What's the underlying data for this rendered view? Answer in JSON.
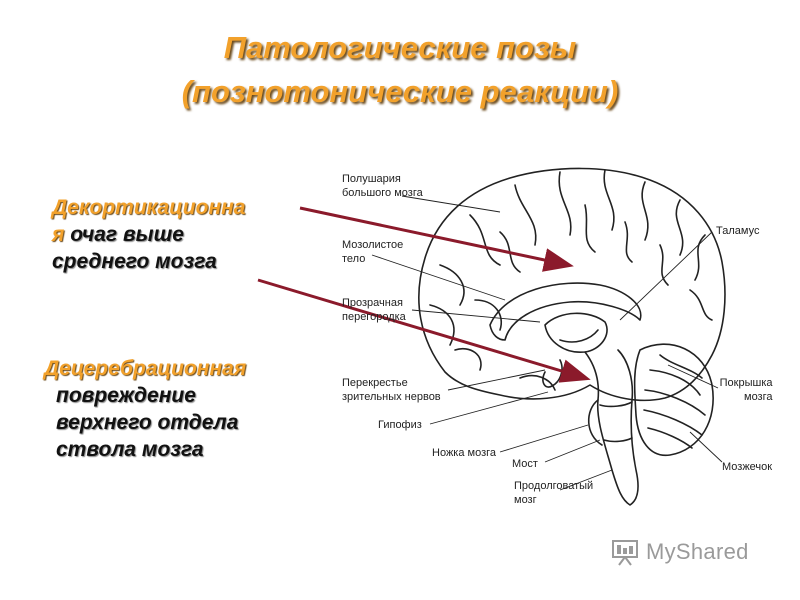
{
  "title": {
    "line1": "Патологические позы",
    "line2": "(познотонические реакции)"
  },
  "left": {
    "decort_line1": "Декортикационна",
    "decort_line2_part1": "я",
    "decort_line2_part2": " очаг  выше",
    "decort_line3": "среднего  мозга",
    "decer_line1": "Децеребрационная",
    "decer_line2": "повреждение",
    "decer_line3": "верхнего отдела",
    "decer_line4": "ствола мозга"
  },
  "labels": {
    "hemispheres_1": "Полушария",
    "hemispheres_2": "большого мозга",
    "corpus_1": "Мозолистое",
    "corpus_2": "тело",
    "septum_1": "Прозрачная",
    "septum_2": "перегородка",
    "chiasm_1": "Перекрестье",
    "chiasm_2": "зрительных нервов",
    "pituitary": "Гипофиз",
    "peduncle": "Ножка мозга",
    "pons": "Мост",
    "medulla_1": "Продолговатый",
    "medulla_2": "мозг",
    "thalamus": "Таламус",
    "tectum_1": "Покрышка",
    "tectum_2": "мозга",
    "cerebellum": "Мозжечок"
  },
  "logo": {
    "text": "MyShared"
  },
  "colors": {
    "title": "#f2a12b",
    "arrow": "#8b1a2b",
    "line": "#222222"
  }
}
